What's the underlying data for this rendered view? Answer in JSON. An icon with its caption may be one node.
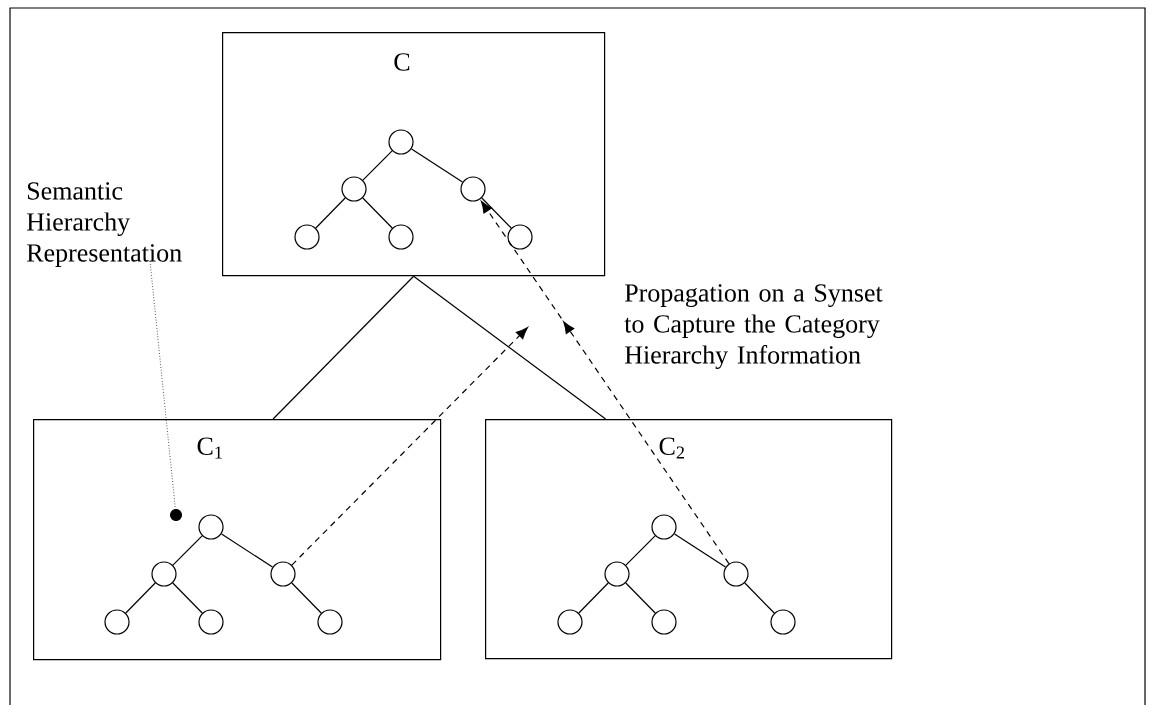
{
  "diagram": {
    "nodes": [
      {
        "text": [
          "C"
        ]
      },
      {
        "text": [],
        "shape": "circle",
        "in": 0
      },
      {
        "text": [],
        "shape": "circle",
        "in": 0
      },
      {
        "text": [],
        "shape": "circle",
        "in": 0
      },
      {
        "text": [],
        "shape": "circle",
        "in": 0
      },
      {
        "text": [],
        "shape": "circle",
        "in": 0
      },
      {
        "text": [],
        "shape": "circle",
        "in": 0
      },
      {
        "text": [
          "Semantic Hierarchy Representation"
        ]
      },
      {
        "text": [
          "C$_{1}$"
        ]
      },
      {
        "text": [],
        "shape": "dot",
        "in": 8
      },
      {
        "text": [],
        "shape": "circle",
        "in": 8
      },
      {
        "text": [],
        "shape": "circle",
        "in": 8
      },
      {
        "text": [],
        "shape": "circle",
        "in": 8
      },
      {
        "text": [],
        "shape": "circle",
        "in": 8
      },
      {
        "text": [],
        "shape": "circle",
        "in": 8
      },
      {
        "text": [],
        "shape": "circle",
        "in": 8
      },
      {
        "text": [
          "C$_{2}$"
        ]
      },
      {
        "text": [],
        "shape": "circle",
        "in": 16
      },
      {
        "text": [],
        "shape": "circle",
        "in": 16
      },
      {
        "text": [],
        "shape": "circle",
        "in": 16
      },
      {
        "text": [],
        "shape": "circle",
        "in": 16
      },
      {
        "text": [],
        "shape": "circle",
        "in": 16
      },
      {
        "text": [],
        "shape": "circle",
        "in": 16
      }
    ],
    "edges": [
      {
        "from": 1,
        "to": 2,
        "arrow": "none"
      },
      {
        "from": 1,
        "to": 3,
        "arrow": "none"
      },
      {
        "from": 2,
        "to": 4,
        "arrow": "none"
      },
      {
        "from": 2,
        "to": 5,
        "arrow": "none"
      },
      {
        "from": 3,
        "to": 6,
        "arrow": "none"
      },
      {
        "from": 0,
        "to": 8,
        "arrow": "none"
      },
      {
        "from": 0,
        "to": 16,
        "arrow": "none"
      },
      {
        "from": 7,
        "to": 9,
        "arrow": "none",
        "style": "dashed"
      },
      {
        "from": 10,
        "to": 11,
        "arrow": "none"
      },
      {
        "from": 10,
        "to": 12,
        "arrow": "none"
      },
      {
        "from": 11,
        "to": 13,
        "arrow": "none"
      },
      {
        "from": 11,
        "to": 14,
        "arrow": "none"
      },
      {
        "from": 12,
        "to": 15,
        "arrow": "none"
      },
      {
        "from": 12,
        "to": null,
        "arrow": "to",
        "style": "dashed"
      },
      {
        "from": 17,
        "to": 18,
        "arrow": "none"
      },
      {
        "from": 17,
        "to": 19,
        "arrow": "none"
      },
      {
        "from": 18,
        "to": 20,
        "arrow": "none"
      },
      {
        "from": 18,
        "to": 21,
        "arrow": "none"
      },
      {
        "from": 19,
        "to": 22,
        "arrow": "none"
      },
      {
        "from": 19,
        "to": 3,
        "arrow": "to",
        "style": "dashed"
      }
    ],
    "labels": [
      "Propagation on a Synset to Capture the Category Hierarchy Information"
    ]
  }
}
